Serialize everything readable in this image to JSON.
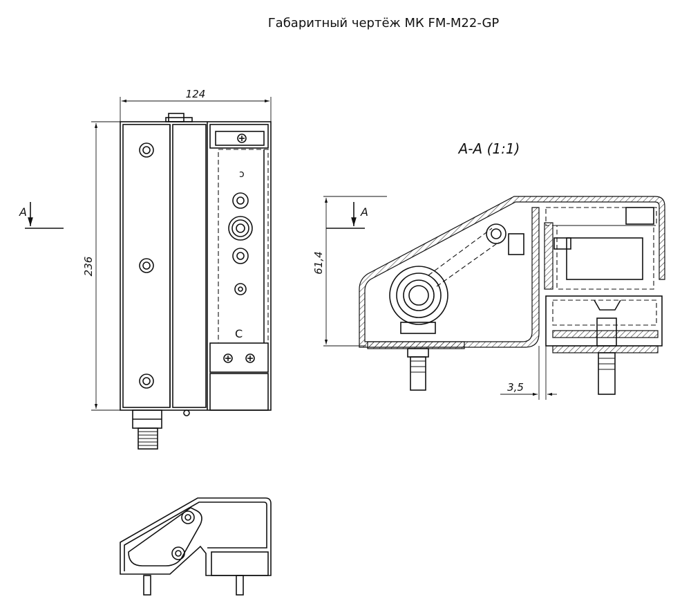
{
  "title": "Габаритный чертёж МК FM-M22-GP",
  "front_view": {
    "width_dim": "124",
    "height_dim": "236",
    "section_mark": "A"
  },
  "section_view": {
    "label": "A-A (1:1)",
    "height_dim": "61,4",
    "offset_dim": "3,5",
    "section_mark": "A"
  }
}
